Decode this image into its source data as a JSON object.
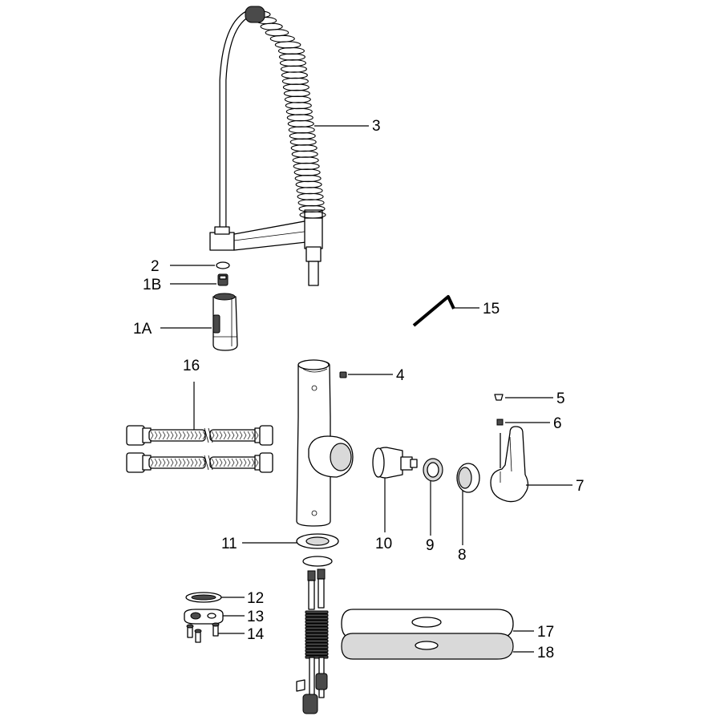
{
  "labels": {
    "p1A": "1A",
    "p1B": "1B",
    "p2": "2",
    "p3": "3",
    "p4": "4",
    "p5": "5",
    "p6": "6",
    "p7": "7",
    "p8": "8",
    "p9": "9",
    "p10": "10",
    "p11": "11",
    "p12": "12",
    "p13": "13",
    "p14": "14",
    "p15": "15",
    "p16": "16",
    "p17": "17",
    "p18": "18"
  }
}
